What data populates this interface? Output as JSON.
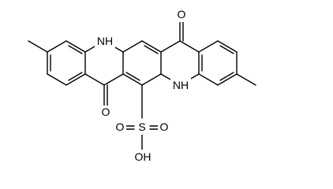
{
  "diagram": {
    "type": "chemical-structure",
    "labels": {
      "nh_top": "NH",
      "nh_bottom": "NH",
      "o_top": "O",
      "o_bottom": "O",
      "o_sulfonyl_1": "O",
      "o_sulfonyl_2": "O",
      "sulfur": "S",
      "hydroxyl": "OH"
    }
  }
}
